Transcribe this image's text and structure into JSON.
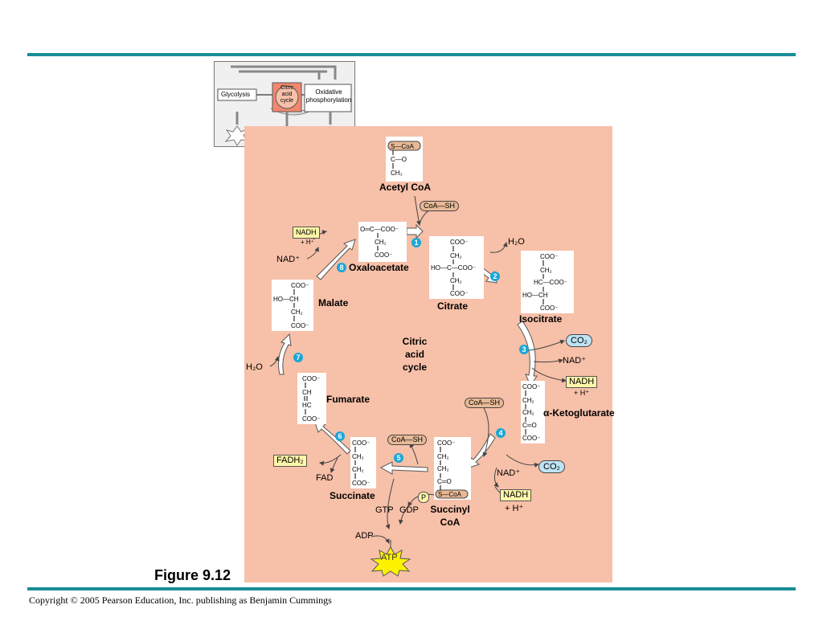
{
  "slide": {
    "figure_label": "Figure 9.12",
    "copyright": "Copyright © 2005 Pearson Education, Inc. publishing as Benjamin Cummings"
  },
  "inset": {
    "glycolysis": "Glycolysis",
    "citric": [
      "Citric",
      "acid",
      "cycle"
    ],
    "oxidative": [
      "Oxidative",
      "phosphorylation"
    ]
  },
  "cycle": {
    "title": [
      "Citric",
      "acid",
      "cycle"
    ],
    "molecules": {
      "acetyl_coa": "Acetyl CoA",
      "oxaloacetate": "Oxaloacetate",
      "citrate": "Citrate",
      "isocitrate": "Isocitrate",
      "ketoglutarate": "α-Ketoglutarate",
      "succinyl_coa": [
        "Succinyl",
        "CoA"
      ],
      "succinate": "Succinate",
      "fumarate": "Fumarate",
      "malate": "Malate"
    },
    "cofactors": {
      "coa_sh": "CoA—SH",
      "h2o": "H₂O",
      "co2": "CO₂",
      "nad_plus": "NAD⁺",
      "nadh": "NADH",
      "h_plus": "+ H⁺",
      "fad": "FAD",
      "fadh2": "FADH₂",
      "gtp": "GTP",
      "gdp": "GDP",
      "adp": "ADP",
      "atp": "ATP",
      "pi": "P"
    },
    "steps": [
      "1",
      "2",
      "3",
      "4",
      "5",
      "6",
      "7",
      "8"
    ]
  },
  "colors": {
    "rule": "#1a8e96",
    "panel": "#f7c0a8",
    "step_badge": "#1aa6d6",
    "nadh_box": "#fff6a8",
    "co2_pill": "#bfe3f5",
    "coa_pill": "#e8b996",
    "atp_star": "#fff200"
  }
}
